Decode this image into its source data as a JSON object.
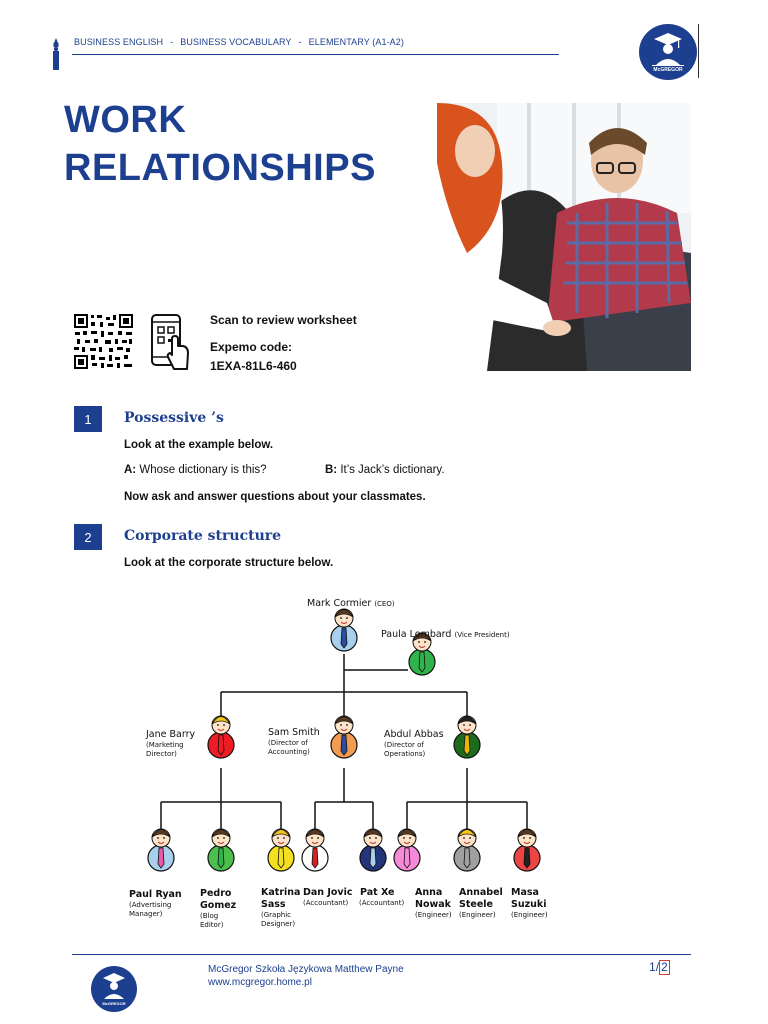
{
  "header": {
    "breadcrumb": [
      "BUSINESS ENGLISH",
      "BUSINESS VOCABULARY",
      "ELEMENTARY (A1-A2)"
    ],
    "separator": "-",
    "logo_text": "McGREGOR"
  },
  "title": {
    "line1": "WORK",
    "line2": "RELATIONSHIPS"
  },
  "scan": {
    "label": "Scan to review worksheet",
    "code_label": "Expemo code:",
    "code_value": "1EXA-81L6-460"
  },
  "sections": [
    {
      "number": "1",
      "title": "Possessive ’s",
      "instruction": "Look at the example below.",
      "dialog": {
        "a_label": "A:",
        "a_text": "Whose dictionary is this?",
        "b_label": "B:",
        "b_text": "It’s Jack’s dictionary."
      },
      "followup": "Now ask and answer questions about your classmates."
    },
    {
      "number": "2",
      "title": "Corporate structure",
      "instruction": "Look at the corporate structure below."
    }
  ],
  "org": {
    "people": [
      {
        "name": "Mark Cormier",
        "role": "(CEO)",
        "color": "#a8d0ec",
        "tie": "#2b4da0",
        "hair": "#5a3a1e"
      },
      {
        "name": "Paula Lombard",
        "role": "(Vice President)",
        "color": "#2fb34a",
        "tie": "#2fb34a",
        "hair": "#5a3a1e"
      },
      {
        "name": "Jane Barry",
        "role_lines": [
          "(Marketing",
          "Director)"
        ],
        "color": "#ee1c24",
        "tie": "#ee1c24",
        "hair": "#f5c518"
      },
      {
        "name": "Sam Smith",
        "role_lines": [
          "(Director of",
          "Accounting)"
        ],
        "color": "#f39b50",
        "tie": "#2b4da0",
        "hair": "#5a3a1e"
      },
      {
        "name": "Abdul Abbas",
        "role_lines": [
          "(Director of",
          "Operations)"
        ],
        "color": "#1e6b1e",
        "tie": "#e6b800",
        "hair": "#222222"
      },
      {
        "name_lines": [
          "Paul Ryan"
        ],
        "role_lines": [
          "(Advertising",
          "Manager)"
        ],
        "color": "#a8d0ec",
        "tie": "#e85aa8",
        "hair": "#5a3a1e"
      },
      {
        "name_lines": [
          "Pedro",
          "Gomez"
        ],
        "role_lines": [
          "(Blog",
          "Editor)"
        ],
        "color": "#4cc04c",
        "tie": "#2fb34a",
        "hair": "#5a3a1e"
      },
      {
        "name_lines": [
          "Katrina",
          "Sass"
        ],
        "role_lines": [
          "(Graphic",
          "Designer)"
        ],
        "color": "#f5e020",
        "tie": "#f5e020",
        "hair": "#f5c518"
      },
      {
        "name_lines": [
          "Dan Jovic"
        ],
        "role_lines": [
          "(Accountant)"
        ],
        "color": "#ffffff",
        "tie": "#d42020",
        "hair": "#5a3a1e"
      },
      {
        "name_lines": [
          "Pat Xe"
        ],
        "role_lines": [
          "(Accountant)"
        ],
        "color": "#23347a",
        "tie": "#a8d0ec",
        "hair": "#5a3a1e"
      },
      {
        "name_lines": [
          "Anna",
          "Nowak"
        ],
        "role_lines": [
          "(Engineer)"
        ],
        "color": "#f78ad8",
        "tie": "#f78ad8",
        "hair": "#5a3a1e"
      },
      {
        "name_lines": [
          "Annabel",
          "Steele"
        ],
        "role_lines": [
          "(Engineer)"
        ],
        "color": "#a0a0a0",
        "tie": "#a0a0a0",
        "hair": "#f5c518"
      },
      {
        "name_lines": [
          "Masa",
          "Suzuki"
        ],
        "role_lines": [
          "(Engineer)"
        ],
        "color": "#ee4444",
        "tie": "#222222",
        "hair": "#5a3a1e"
      }
    ]
  },
  "footer": {
    "org": "McGregor Szkoła Językowa Matthew Payne",
    "url": "www.mcgregor.home.pl",
    "page_current": "1",
    "page_sep": "/",
    "page_total": "2"
  }
}
